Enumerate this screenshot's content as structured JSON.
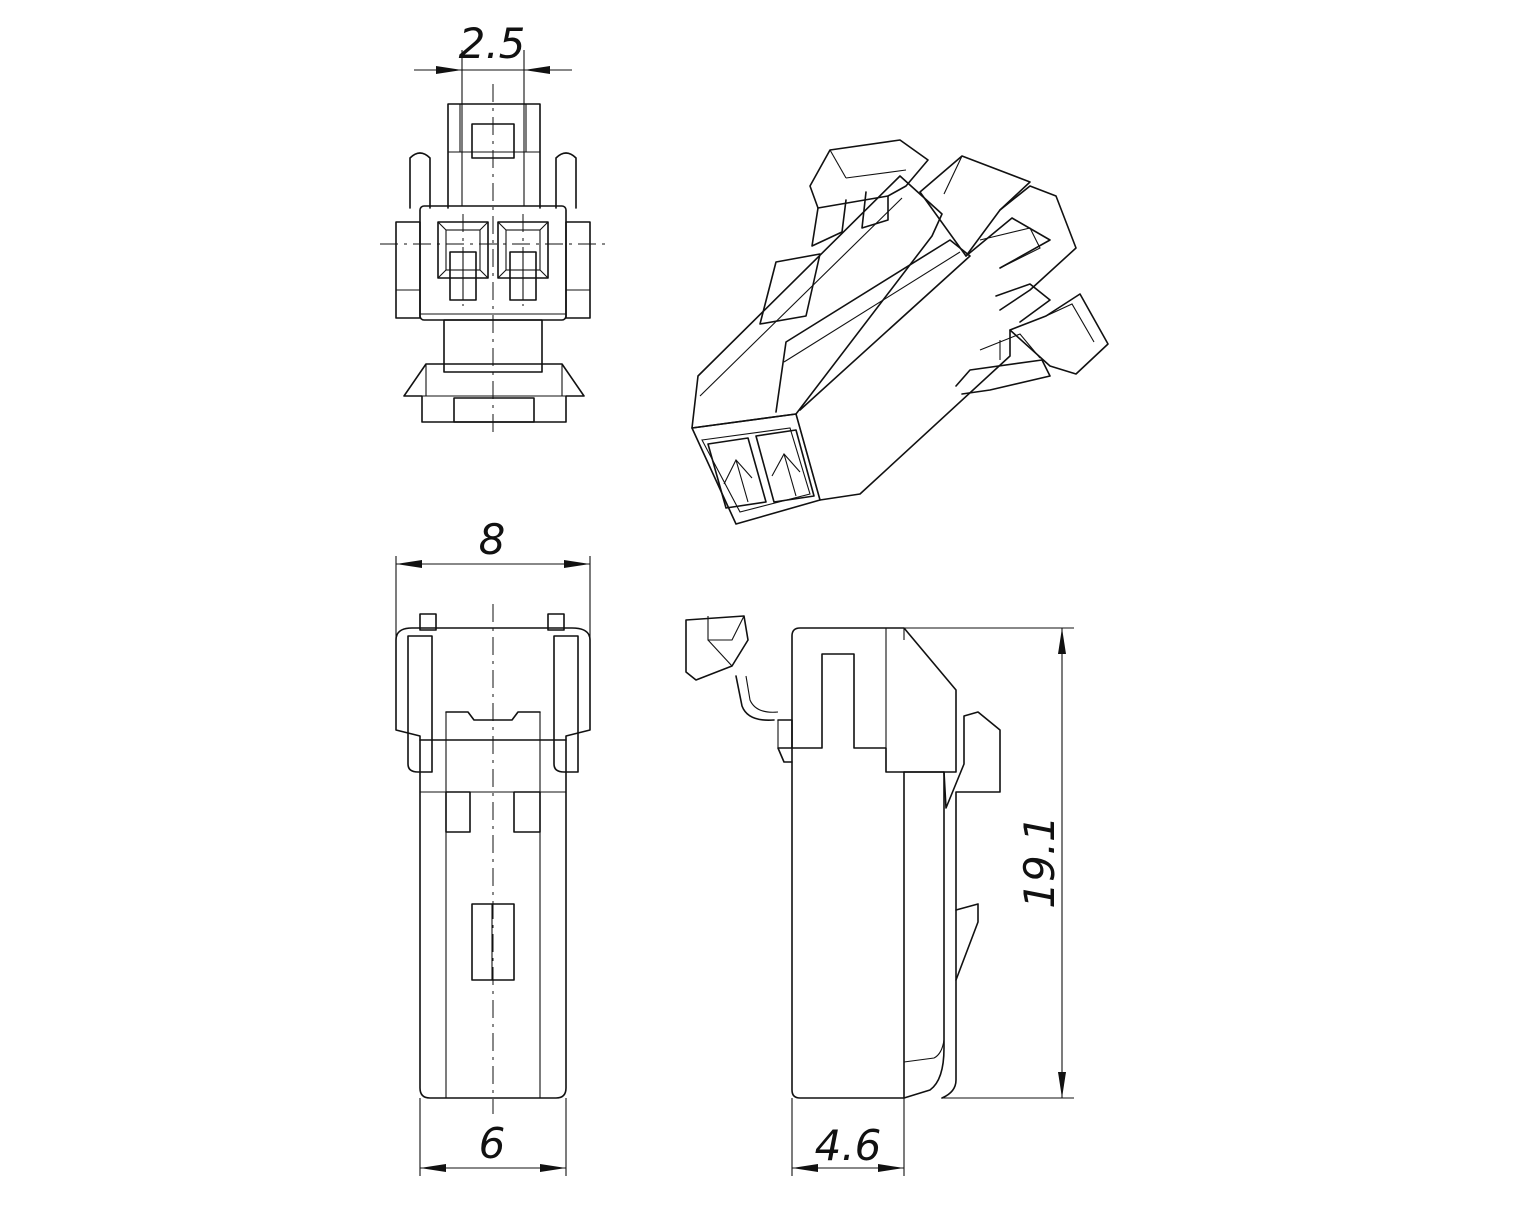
{
  "dimensions": {
    "pitch": "2.5",
    "width_top": "8",
    "width_bottom": "6",
    "depth": "4.6",
    "length": "19.1"
  }
}
